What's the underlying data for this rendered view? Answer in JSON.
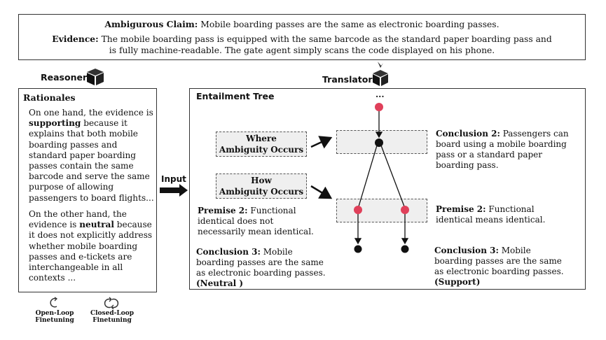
{
  "claim": {
    "label": "Ambigurous Claim:",
    "text": "Mobile boarding passes are the same as electronic boarding passes."
  },
  "evidence": {
    "label": "Evidence:",
    "line1": "The mobile boarding pass is equipped with the same barcode as the standard paper boarding pass and",
    "line2": "is fully machine-readable. The gate agent simply scans the code displayed on his phone."
  },
  "reasoner": {
    "label": "Reasoner"
  },
  "translator": {
    "label": "Translator"
  },
  "rationales": {
    "title": "Rationales",
    "p1_pre": "On one hand, the evidence is",
    "p1_bold": "supporting",
    "p1_post": "because it explains that both mobile boarding passes and standard paper boarding passes contain the same barcode and serve the same purpose of allowing passengers to board flights...",
    "p2_pre": "On the other hand, the evidence is",
    "p2_bold": "neutral",
    "p2_post": "because it does not explicitly address whether mobile boarding passes and e-tickets are interchangeable in all contexts ..."
  },
  "input_label": "Input",
  "entailment_tree": {
    "title": "Entailment Tree",
    "ellipsis": "...",
    "where_line1": "Where",
    "where_line2": "Ambiguity Occurs",
    "how_line1": "How",
    "how_line2": "Ambiguity Occurs",
    "conclusion2_label": "Conclusion 2:",
    "conclusion2_text": "Passengers can board using a mobile boarding pass or a standard paper boarding pass.",
    "premise_left_label": "Premise 2:",
    "premise_left_text": "Functional identical does not necessarily mean identical.",
    "premise_right_label": "Premise 2:",
    "premise_right_text": "Functional identical means identical.",
    "conclusion3_left_label": "Conclusion 3:",
    "conclusion3_left_text": "Mobile boarding passes are the same as electronic boarding passes.",
    "conclusion3_left_tag": "(Neutral )",
    "conclusion3_right_label": "Conclusion 3:",
    "conclusion3_right_text": "Mobile boarding passes are the same as electronic boarding passes.",
    "conclusion3_right_tag": "(Support)"
  },
  "finetuning": {
    "open_line1": "Open-Loop",
    "open_line2": "Finetuning",
    "closed_line1": "Closed-Loop",
    "closed_line2": "Finetuning"
  },
  "colors": {
    "node_red": "#e0405a",
    "node_black": "#111111",
    "panel_gray": "#efefef"
  }
}
